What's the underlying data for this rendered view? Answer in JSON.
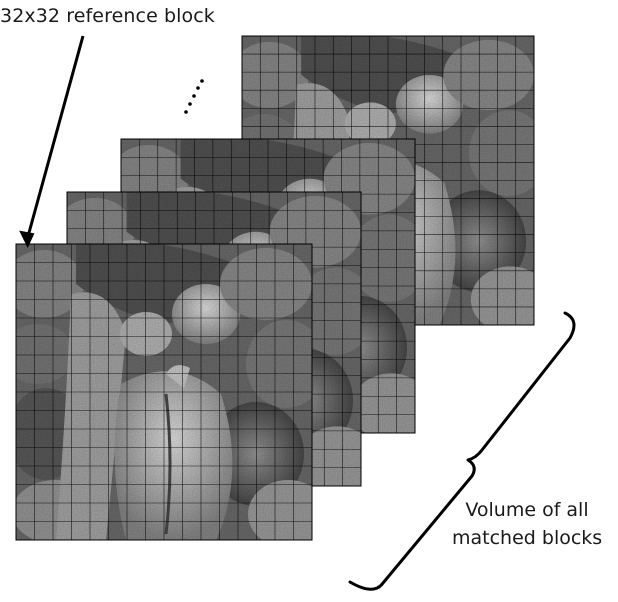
{
  "diagram": {
    "reference_label": "32x32 reference block",
    "volume_label_line1": "Volume of all",
    "volume_label_line2": "matched blocks",
    "ellipsis": "....",
    "image_subject": "noisy grayscale peppers photograph",
    "frame_count": 4,
    "grid_divisions": 16,
    "colors": {
      "text": "#1a1a1a",
      "grid": "#000000",
      "background": "#ffffff"
    }
  }
}
